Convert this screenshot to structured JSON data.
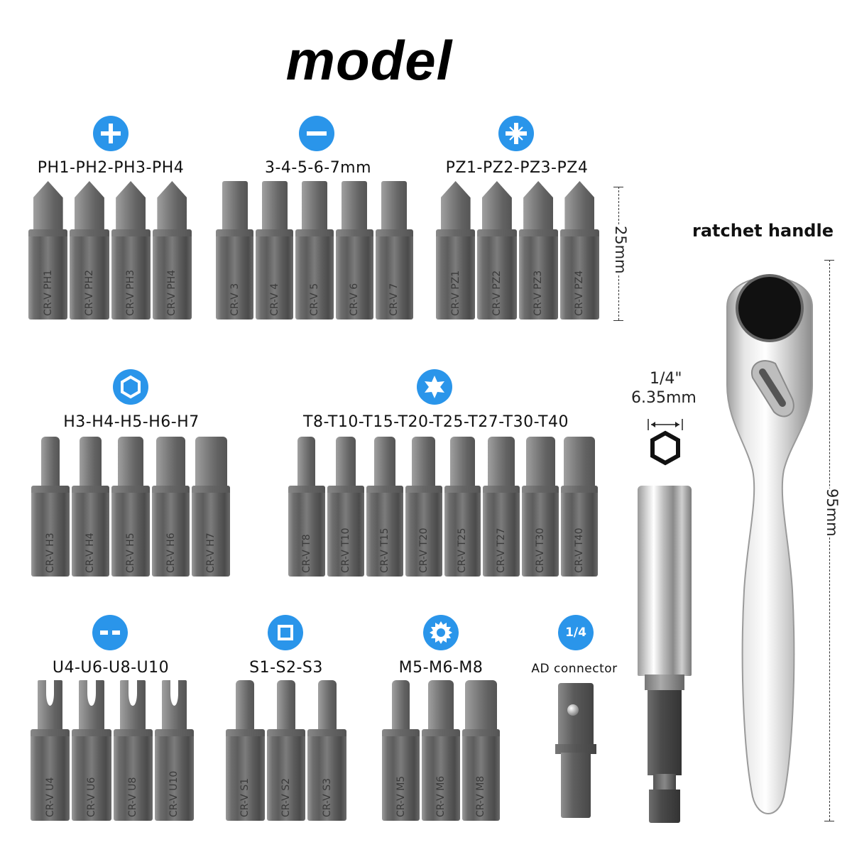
{
  "title": "model",
  "icon_color": "#2a95ea",
  "groups": {
    "phillips": {
      "label": "PH1-PH2-PH3-PH4",
      "icon": "cross-plus-icon",
      "bits": [
        "CR-V PH1",
        "CR-V PH2",
        "CR-V PH3",
        "CR-V PH4"
      ]
    },
    "slotted": {
      "label": "3-4-5-6-7mm",
      "icon": "minus-slot-icon",
      "bits": [
        "CR-V 3",
        "CR-V 4",
        "CR-V 5",
        "CR-V 6",
        "CR-V 7"
      ]
    },
    "pozidriv": {
      "label": "PZ1-PZ2-PZ3-PZ4",
      "icon": "pozidriv-star-icon",
      "bits": [
        "CR-V PZ1",
        "CR-V PZ2",
        "CR-V PZ3",
        "CR-V PZ4"
      ]
    },
    "hex": {
      "label": "H3-H4-H5-H6-H7",
      "icon": "hexagon-icon",
      "bits": [
        "CR-V H3",
        "CR-V H4",
        "CR-V H5",
        "CR-V H6",
        "CR-V H7"
      ]
    },
    "torx": {
      "label": "T8-T10-T15-T20-T25-T27-T30-T40",
      "icon": "torx-star-icon",
      "bits": [
        "CR-V T8",
        "CR-V T10",
        "CR-V T15",
        "CR-V T20",
        "CR-V T25",
        "CR-V T27",
        "CR-V T30",
        "CR-V T40"
      ]
    },
    "spanner": {
      "label": "U4-U6-U8-U10",
      "icon": "spanner-slot-icon",
      "bits": [
        "CR-V U4",
        "CR-V U6",
        "CR-V U8",
        "CR-V U10"
      ]
    },
    "square": {
      "label": "S1-S2-S3",
      "icon": "square-icon",
      "bits": [
        "CR-V S1",
        "CR-V S2",
        "CR-V S3"
      ]
    },
    "spline": {
      "label": "M5-M6-M8",
      "icon": "spline-gear-icon",
      "bits": [
        "CR-V M5",
        "CR-V M6",
        "CR-V M8"
      ]
    },
    "adapter": {
      "label": "AD connector",
      "icon": "quarter-inch-icon",
      "icon_text": "1/4"
    }
  },
  "dimensions": {
    "bit_length": "25mm",
    "hex_size_in": "1/4\"",
    "hex_size_mm": "6.35mm",
    "handle_length": "95mm"
  },
  "ratchet_label": "ratchet handle"
}
